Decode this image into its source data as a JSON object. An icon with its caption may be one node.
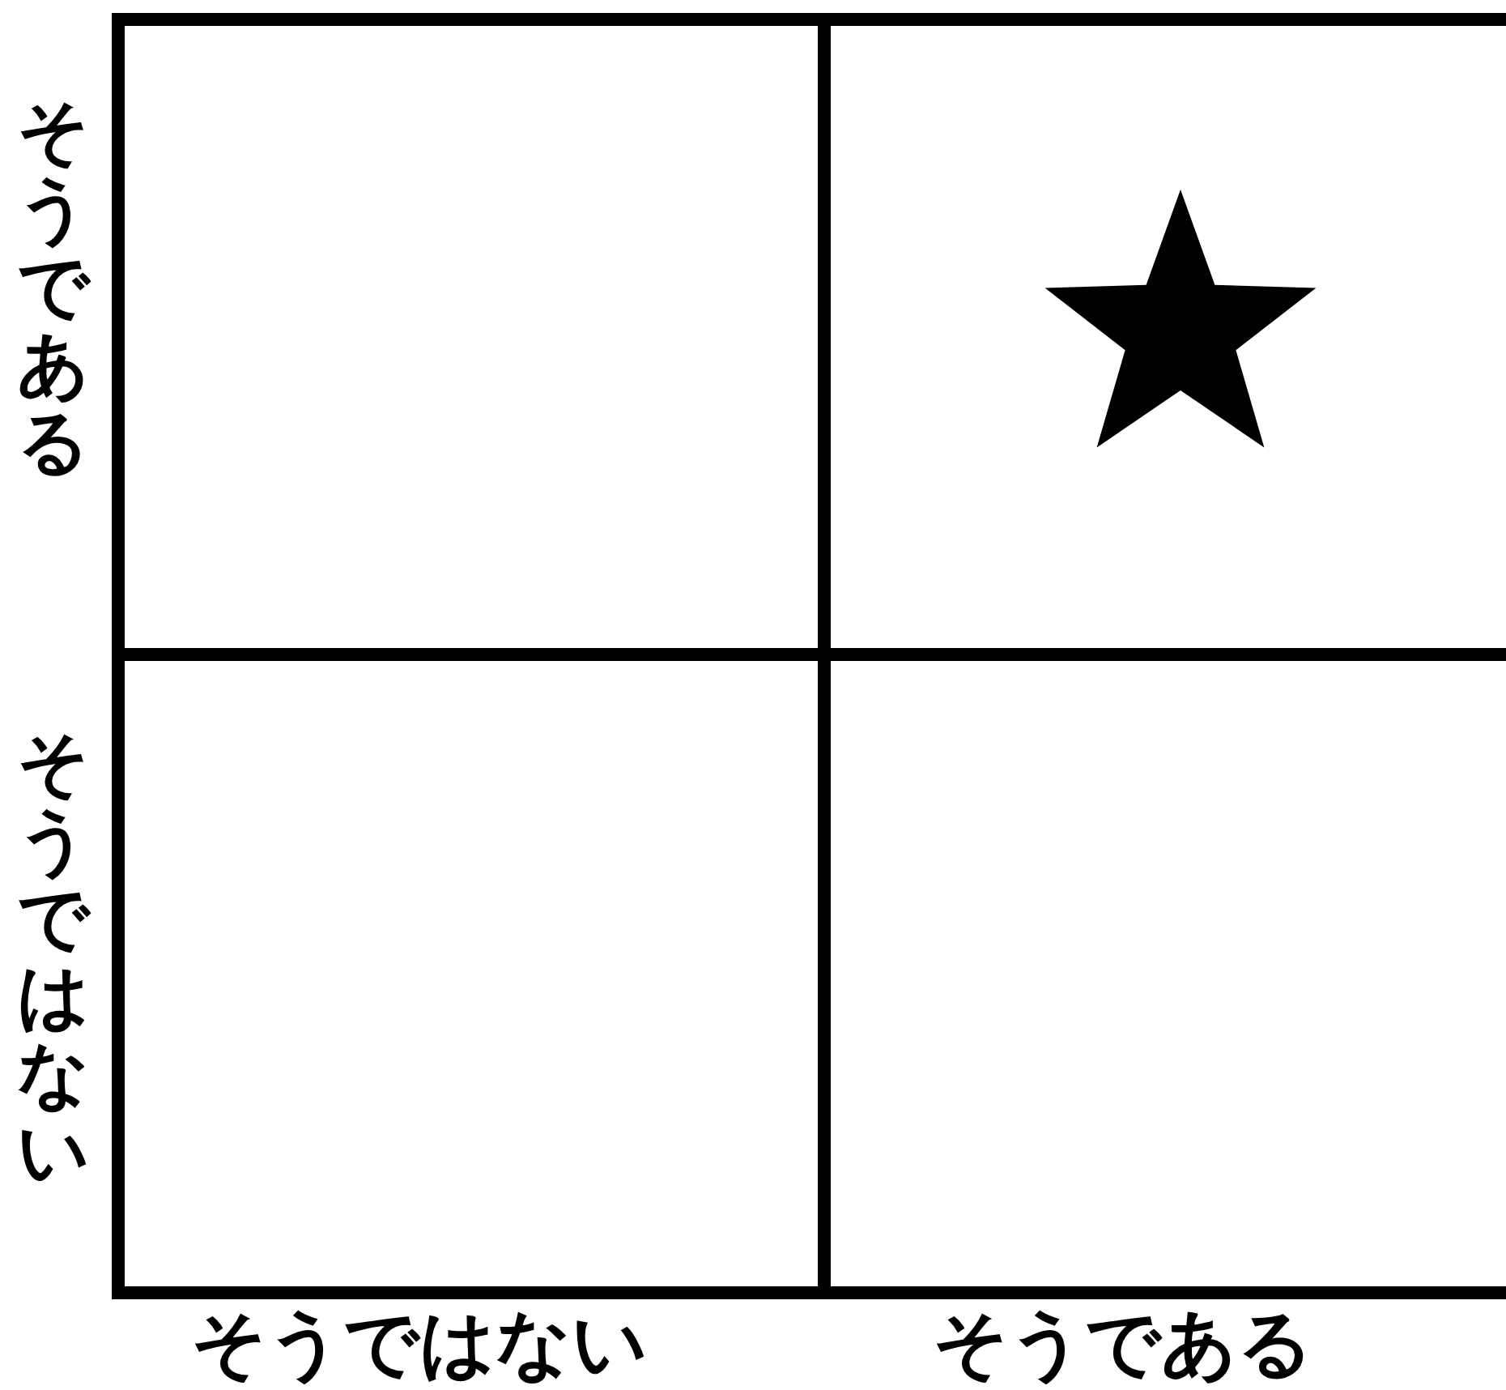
{
  "diagram": {
    "nodes": [
      {
        "text": [],
        "shape": "box"
      },
      {
        "text": [],
        "shape": "box"
      },
      {
        "text": [],
        "shape": "box"
      },
      {
        "text": [],
        "shape": "box"
      },
      {
        "text": [],
        "shape": "star",
        "in": 1
      }
    ],
    "labels": [
      "そうである",
      "そうではない",
      "そうではない",
      "そうである"
    ]
  }
}
